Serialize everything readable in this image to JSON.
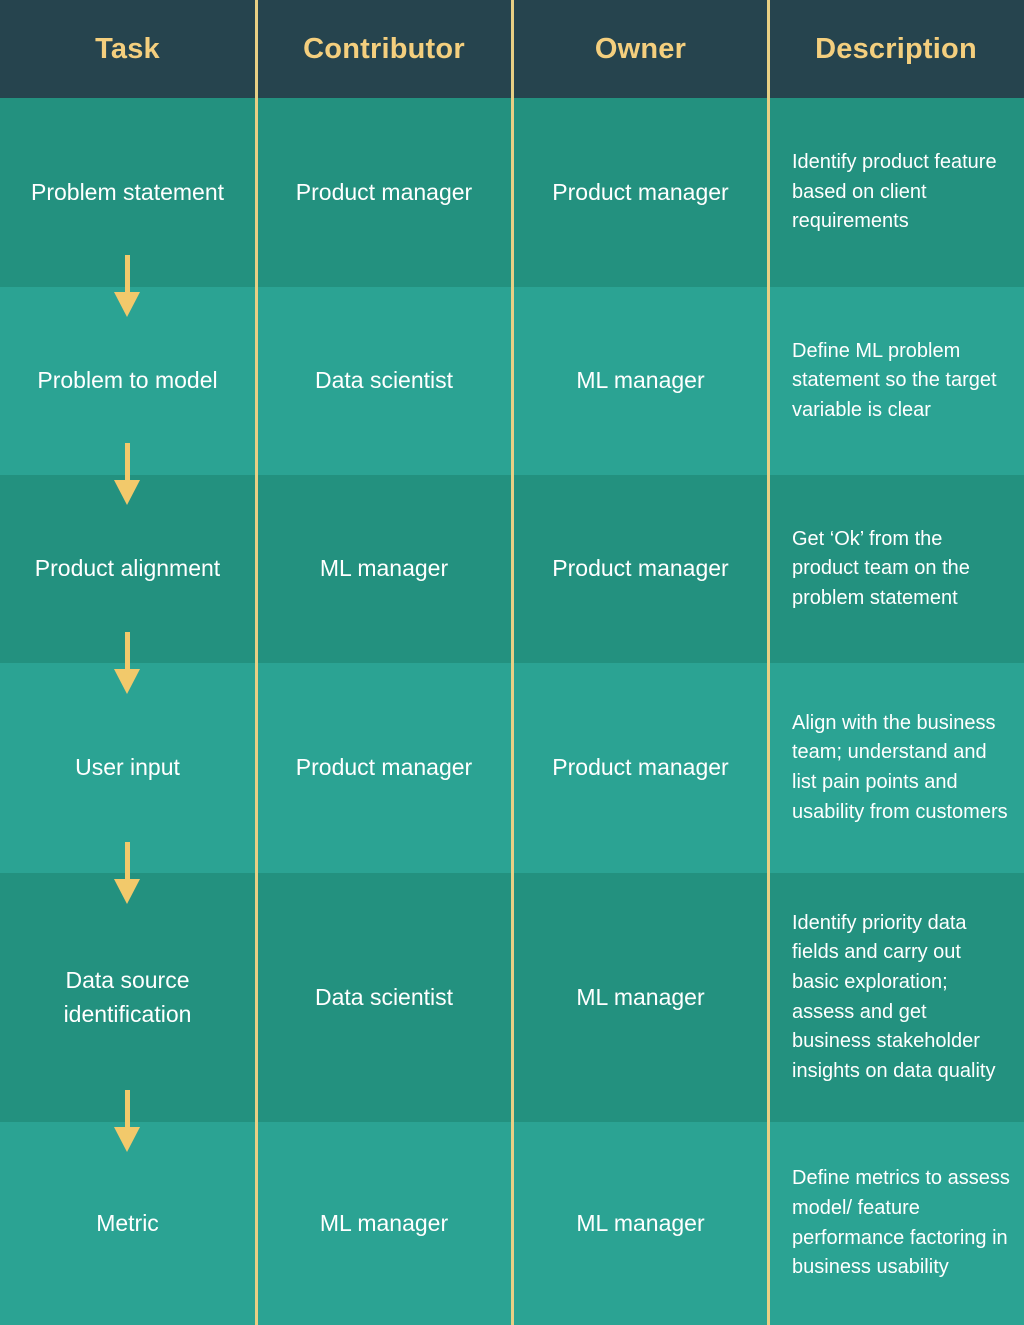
{
  "colors": {
    "header_bg": "#26444e",
    "header_text": "#f4cf7e",
    "row_dark": "#23917f",
    "row_light": "#2ba393",
    "divider": "#e8cf84",
    "arrow": "#f2c96b",
    "body_text": "#ffffff"
  },
  "table": {
    "columns": [
      {
        "key": "task",
        "label": "Task"
      },
      {
        "key": "contributor",
        "label": "Contributor"
      },
      {
        "key": "owner",
        "label": "Owner"
      },
      {
        "key": "description",
        "label": "Description"
      }
    ],
    "rows": [
      {
        "task": "Problem statement",
        "contributor": "Product manager",
        "owner": "Product manager",
        "description": "Identify product feature based on client requirements"
      },
      {
        "task": "Problem to model",
        "contributor": "Data scientist",
        "owner": "ML manager",
        "description": "Define ML problem statement so the target variable is clear"
      },
      {
        "task": "Product alignment",
        "contributor": "ML manager",
        "owner": "Product manager",
        "description": "Get ‘Ok’ from the product team on the problem statement"
      },
      {
        "task": "User input",
        "contributor": "Product manager",
        "owner": "Product manager",
        "description": "Align with the business team; understand and list pain points and usability from customers"
      },
      {
        "task": "Data source identification",
        "contributor": "Data scientist",
        "owner": "ML manager",
        "description": "Identify priority data fields and carry out basic exploration; assess and get business stakeholder insights on data quality"
      },
      {
        "task": "Metric",
        "contributor": "ML manager",
        "owner": "ML manager",
        "description": "Define metrics to assess model/ feature performance factoring in business usability"
      }
    ],
    "flow_arrows": [
      {
        "from_row": 1,
        "to_row": 2
      },
      {
        "from_row": 2,
        "to_row": 3
      },
      {
        "from_row": 3,
        "to_row": 4
      },
      {
        "from_row": 4,
        "to_row": 5
      },
      {
        "from_row": 5,
        "to_row": 6
      }
    ]
  }
}
